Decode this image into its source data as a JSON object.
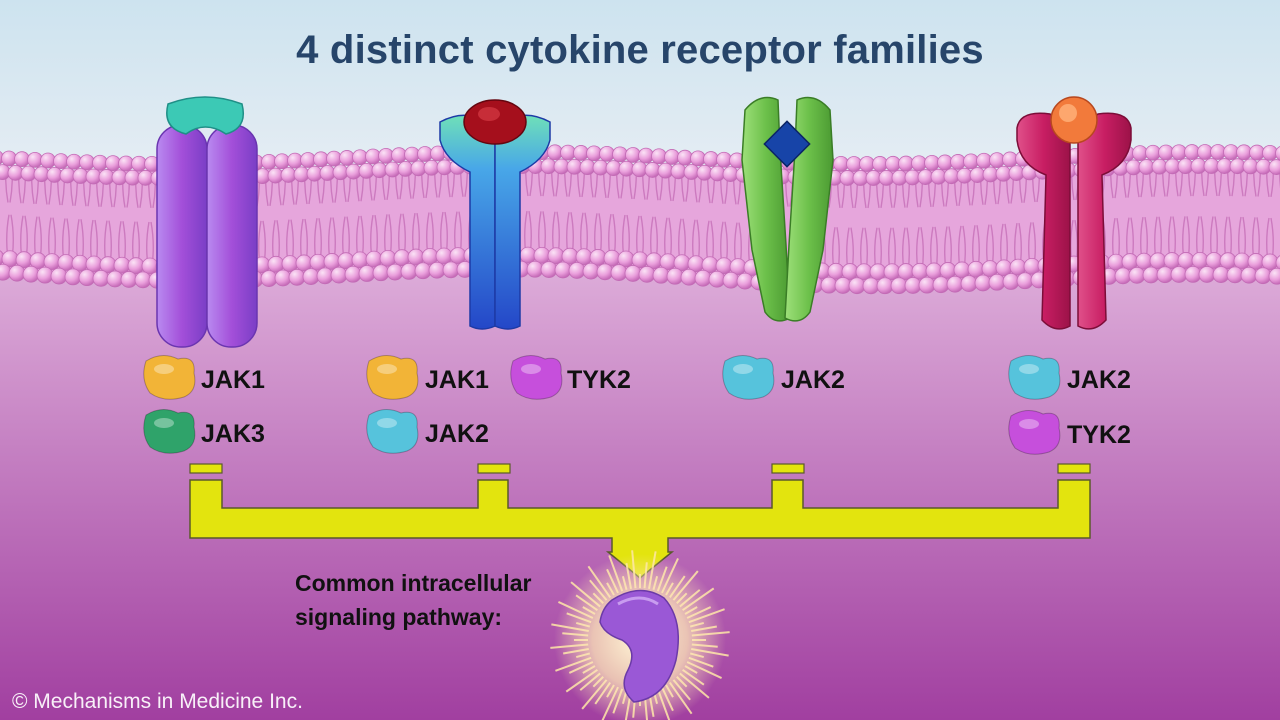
{
  "title": "4 distinct cytokine receptor families",
  "receptor_families": [
    {
      "receptor_color": "#a34fd9",
      "ligand_color": "#3cc9b5",
      "kinases": [
        {
          "label": "JAK1",
          "color": "#f2b437"
        },
        {
          "label": "JAK3",
          "color": "#2fa36a"
        }
      ]
    },
    {
      "receptor_color": "#2d63d9",
      "ligand_color": "#a50f1c",
      "kinases": [
        {
          "label": "JAK1",
          "color": "#f2b437"
        },
        {
          "label": "JAK2",
          "color": "#56c3dc"
        },
        {
          "label": "TYK2",
          "color": "#c64fdc"
        }
      ]
    },
    {
      "receptor_color": "#6cc04a",
      "ligand_color": "#1744a8",
      "kinases": [
        {
          "label": "JAK2",
          "color": "#56c3dc"
        }
      ]
    },
    {
      "receptor_color": "#c81e63",
      "ligand_color": "#f27a3b",
      "kinases": [
        {
          "label": "JAK2",
          "color": "#56c3dc"
        },
        {
          "label": "TYK2",
          "color": "#c64fdc"
        }
      ]
    }
  ],
  "pathway": {
    "label_line1": "Common intracellular",
    "label_line2": "signaling pathway:",
    "bracket_color": "#e3e40e",
    "effector_color": "#9a58d6"
  },
  "credit": "© Mechanisms in Medicine Inc."
}
